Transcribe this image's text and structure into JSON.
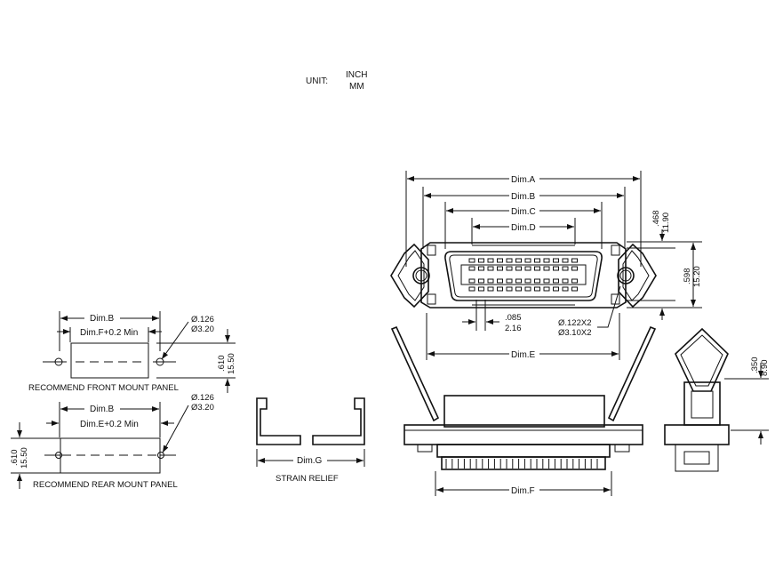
{
  "unit": {
    "label": "UNIT:",
    "primary": "INCH",
    "secondary": "MM"
  },
  "front_panel": {
    "dim_outer": "Dim.B",
    "dim_inner": "Dim.F+0.2 Min",
    "hole_inch": "Ø.126",
    "hole_mm": "Ø3.20",
    "height_inch": ".610",
    "height_mm": "15.50",
    "caption": "RECOMMEND FRONT MOUNT PANEL"
  },
  "rear_panel": {
    "dim_outer": "Dim.B",
    "dim_inner": "Dim.E+0.2 Min",
    "hole_inch": "Ø.126",
    "hole_mm": "Ø3.20",
    "height_inch": ".610",
    "height_mm": "15.50",
    "caption": "RECOMMEND REAR MOUNT PANEL"
  },
  "strain_relief": {
    "dim": "Dim.G",
    "caption": "STRAIN RELIEF"
  },
  "connector_front": {
    "dim_a": "Dim.A",
    "dim_b": "Dim.B",
    "dim_c": "Dim.C",
    "dim_d": "Dim.D",
    "dim_e": "Dim.E",
    "top_inch": ".468",
    "top_mm": "11.90",
    "height_inch": ".598",
    "height_mm": "15.20",
    "pitch_inch": ".085",
    "pitch_mm": "2.16",
    "hole_inch": "Ø.122X2",
    "hole_mm": "Ø3.10X2",
    "pins_per_row": 12,
    "pin_rows": 4
  },
  "connector_bottom": {
    "dim_f": "Dim.F"
  },
  "connector_side": {
    "height_inch": ".350",
    "height_mm": "8.90"
  }
}
